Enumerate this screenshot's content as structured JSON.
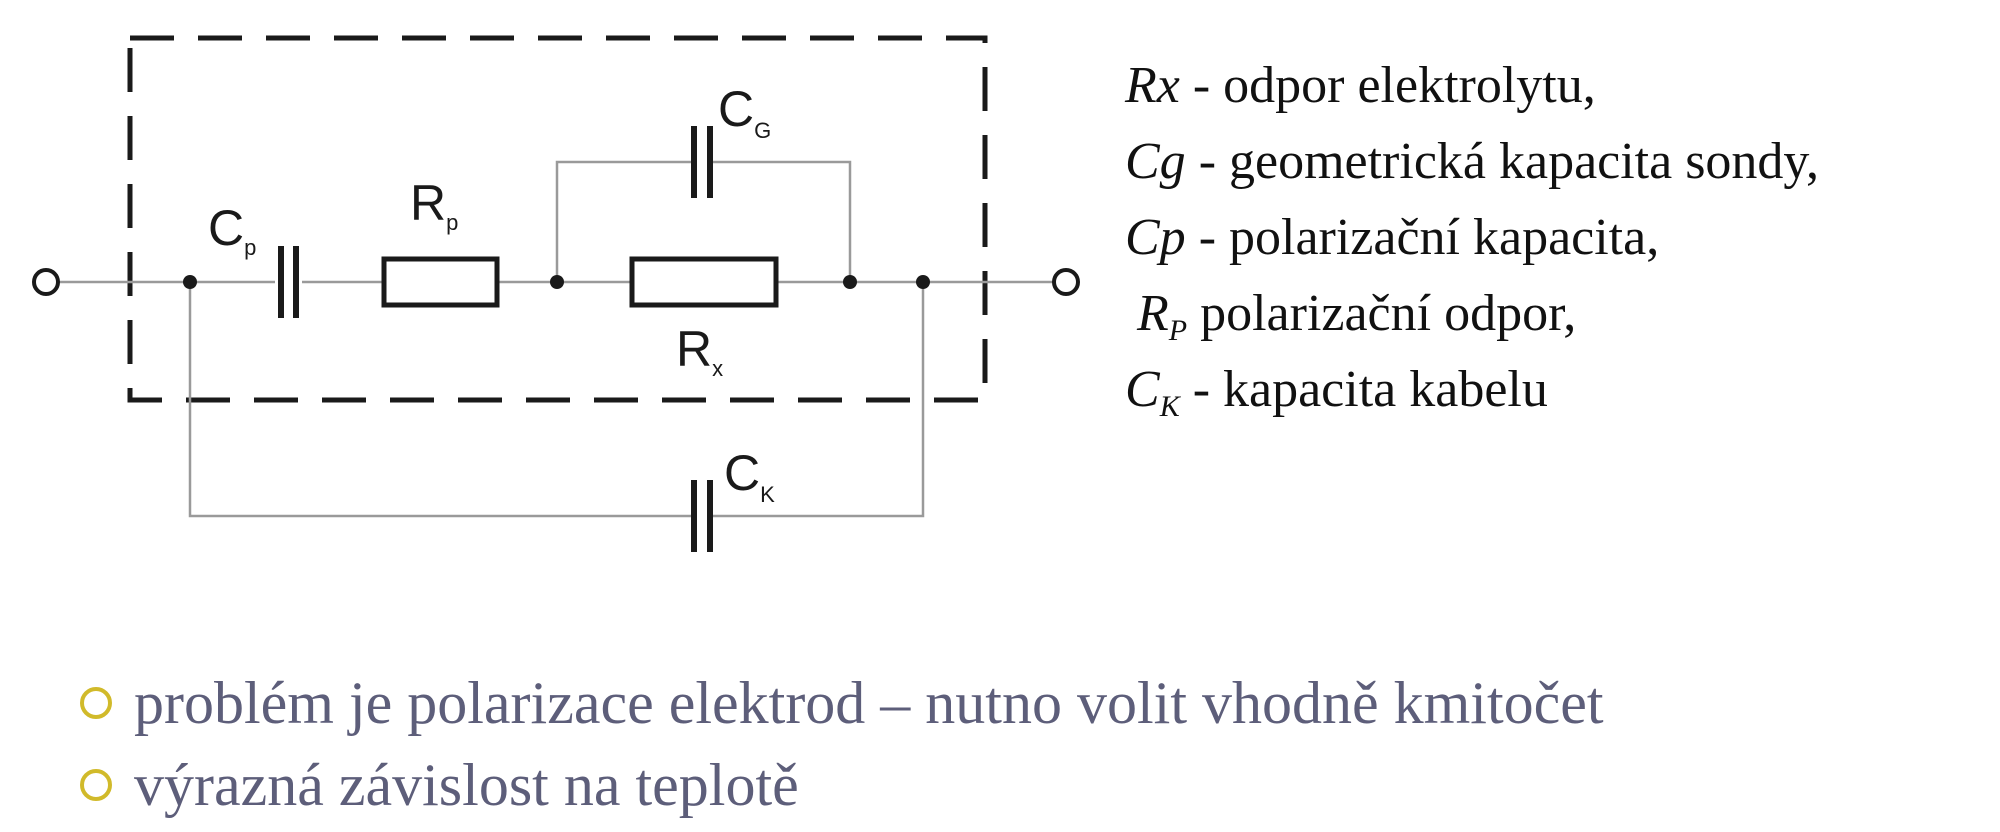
{
  "circuit": {
    "labels": {
      "cp": {
        "main": "C",
        "sub": "p"
      },
      "rp": {
        "main": "R",
        "sub": "p"
      },
      "cg": {
        "main": "C",
        "sub": "G"
      },
      "rx": {
        "main": "R",
        "sub": "x"
      },
      "ck": {
        "main": "C",
        "sub": "K"
      }
    }
  },
  "legend": [
    {
      "symbol": "Rx",
      "sub": "",
      "text": " - odpor elektrolytu,"
    },
    {
      "symbol": "Cg",
      "sub": "",
      "text": " - geometrická kapacita sondy,"
    },
    {
      "symbol": "Cp",
      "sub": "",
      "text": " - polarizační kapacita,"
    },
    {
      "symbol": "R",
      "sub": "P",
      "text": " polarizační odpor,"
    },
    {
      "symbol": "C",
      "sub": "K",
      "text": " - kapacita kabelu"
    }
  ],
  "bullets": [
    "problém je polarizace elektrod – nutno volit vhodně kmitočet",
    "výrazná závislost na teplotě"
  ],
  "colors": {
    "bullet_text": "#5d5e7a",
    "bullet_marker": "#d1ba2a",
    "circuit_wire": "#9a9a9a",
    "circuit_component": "#1a1a1a"
  }
}
